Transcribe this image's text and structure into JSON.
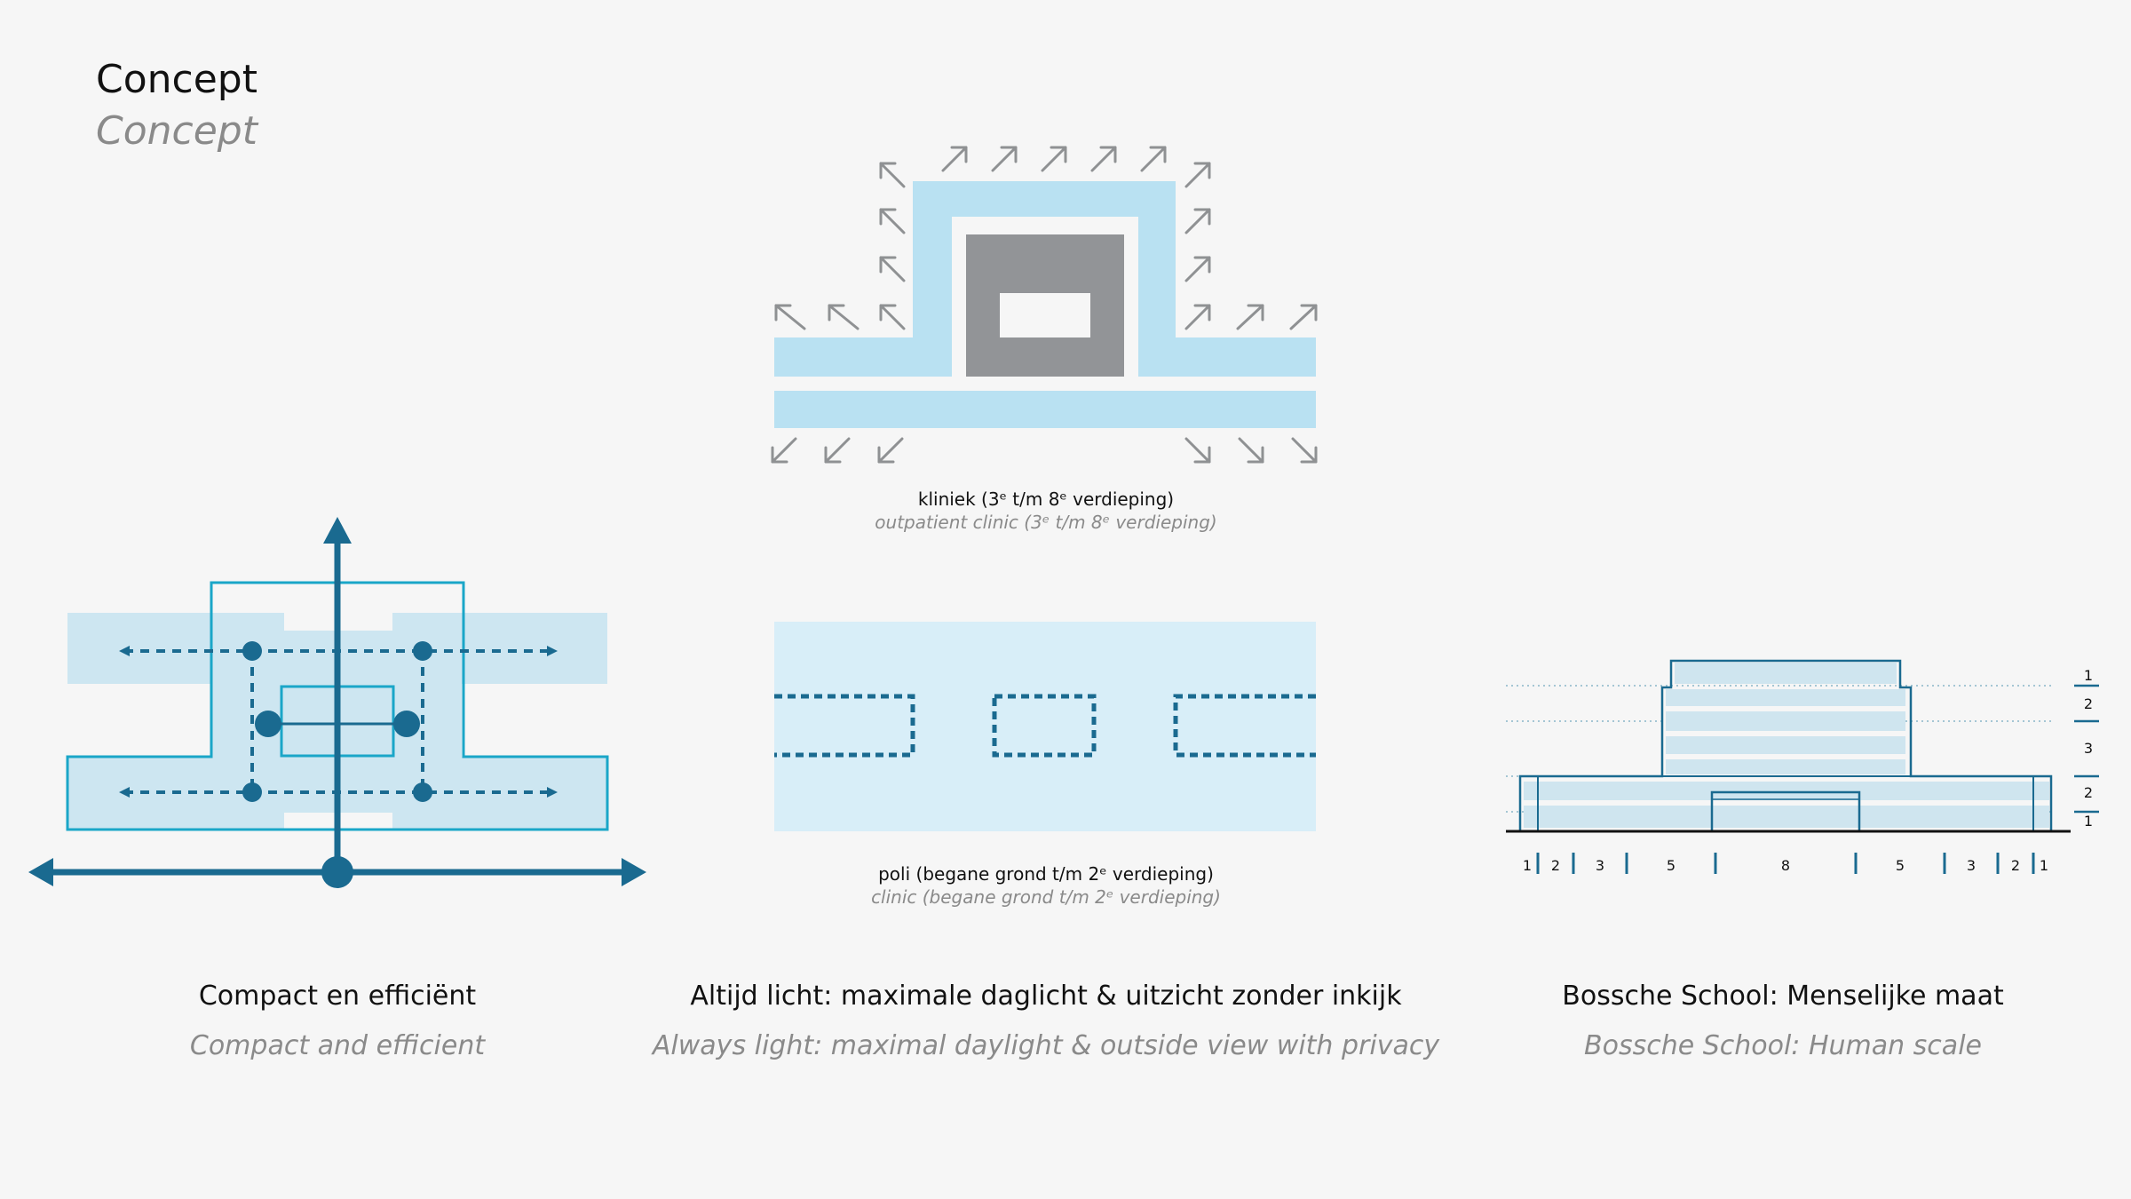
{
  "page": {
    "title": "Concept",
    "title_en": "Concept"
  },
  "colors": {
    "light_blue": "#b9e1f2",
    "pale_blue": "#d8eef8",
    "dark_blue": "#1a6a90",
    "teal": "#1aa6c8",
    "gray": "#929497",
    "arrow_gray": "#8f9193"
  },
  "daylight": {
    "upper_caption": "kliniek (3ᵉ t/m 8ᵉ verdieping)",
    "upper_caption_en": "outpatient clinic (3ᵉ t/m 8ᵉ verdieping)",
    "lower_caption": "poli (begane grond t/m 2ᵉ verdieping)",
    "lower_caption_en": "clinic (begane grond t/m 2ᵉ verdieping)"
  },
  "concepts": [
    {
      "heading": "Compact en efficiënt",
      "heading_en": "Compact and efficient"
    },
    {
      "heading": "Altijd licht: maximale daglicht & uitzicht zonder inkijk",
      "heading_en": "Always light: maximal daylight & outside view with privacy"
    },
    {
      "heading": "Bossche School: Menselijke maat",
      "heading_en": "Bossche School: Human scale"
    }
  ],
  "elevation": {
    "bottom_numbers": [
      "1",
      "2",
      "3",
      "5",
      "8",
      "5",
      "3",
      "2",
      "1"
    ],
    "side_numbers": [
      "1",
      "2",
      "3",
      "2",
      "1"
    ]
  }
}
